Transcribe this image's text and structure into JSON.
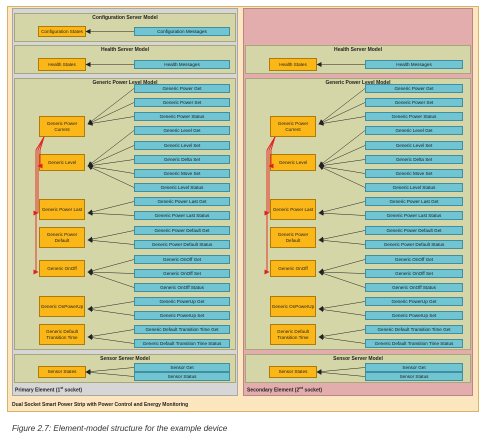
{
  "outer_label": "Dual Socket Smart Power Strip with Power Control and Energy Monitoring",
  "primary_label": "Primary Element (1",
  "primary_label_sup": "st",
  "primary_label_end": " socket)",
  "secondary_label": "Secondary Element (2",
  "secondary_label_sup": "nd",
  "secondary_label_end": " socket)",
  "caption": "Figure 2.7: Element-model structure for the example device",
  "config_model": {
    "title": "Configuration Server Model",
    "state": "Configuration States",
    "message": "Configuration Messages"
  },
  "health_model": {
    "title": "Health Server Model",
    "state": "Health States",
    "message": "Health Messages"
  },
  "gpl_model": {
    "title": "Generic Power Level Model",
    "states": [
      "Generic Power Current",
      "Generic Level",
      "Generic Power Last",
      "Generic Power Default",
      "Generic OnOff",
      "Generic OnPowerUp",
      "Generic Default Transition Time"
    ],
    "messages": [
      "Generic Power Get",
      "Generic Power Set",
      "Generic Power Status",
      "Generic Level Get",
      "Generic Level Set",
      "Generic Delta Set",
      "Generic Move Set",
      "Generic Level Status",
      "Generic Power Last Get",
      "Generic Power Last Status",
      "Generic Power Default Get",
      "Generic Power Default Status",
      "Generic OnOff Get",
      "Generic OnOff Set",
      "Generic OnOff Status",
      "Generic PowerUp Get",
      "Generic PowerUp Set",
      "Generic Default Transition Time Get",
      "Generic Default Transition Time Status"
    ]
  },
  "sensor_model": {
    "title": "Sensor Server Model",
    "state": "Sensor States",
    "messages": [
      "Sensor Get",
      "Sensor Status"
    ]
  },
  "colors": {
    "outer": "#fbe6bf",
    "primary": "#d6d6d6",
    "secondary": "#e3adad",
    "model": "#d5d6a7",
    "state": "#fbb717",
    "message": "#71c4d1",
    "binding_arrow": "#e02020"
  }
}
